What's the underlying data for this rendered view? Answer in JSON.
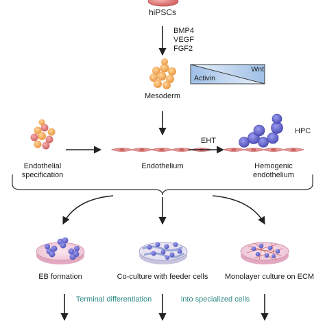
{
  "top": {
    "source_label": "hiPSCs",
    "factors": [
      "BMP4",
      "VEGF",
      "FGF2"
    ]
  },
  "gradient": {
    "left_label": "Activin",
    "right_label": "Wnt"
  },
  "mesoderm": {
    "label": "Mesoderm"
  },
  "row2": {
    "endothelial_spec": [
      "Endothelial",
      "specification"
    ],
    "endothelium": "Endothelium",
    "eht": "EHT",
    "hpc": "HPC",
    "hemogenic": [
      "Hemogenic",
      "endothelium"
    ]
  },
  "methods": [
    "EB formation",
    "Co-culture with feeder cells",
    "Monolayer culture on ECM"
  ],
  "bottom_note": {
    "left": "Terminal differentiation",
    "right": "into specialized cells"
  },
  "colors": {
    "cell_orange": "#f0a650",
    "cell_pink": "#e07a7a",
    "endothelial_pink": "#e79a9a",
    "hpc_purple": "#5a5bc4",
    "dish_pink": "#f5d6e2",
    "gradient_blue": "#a9c6e8",
    "teal_text": "#2e8a83"
  }
}
